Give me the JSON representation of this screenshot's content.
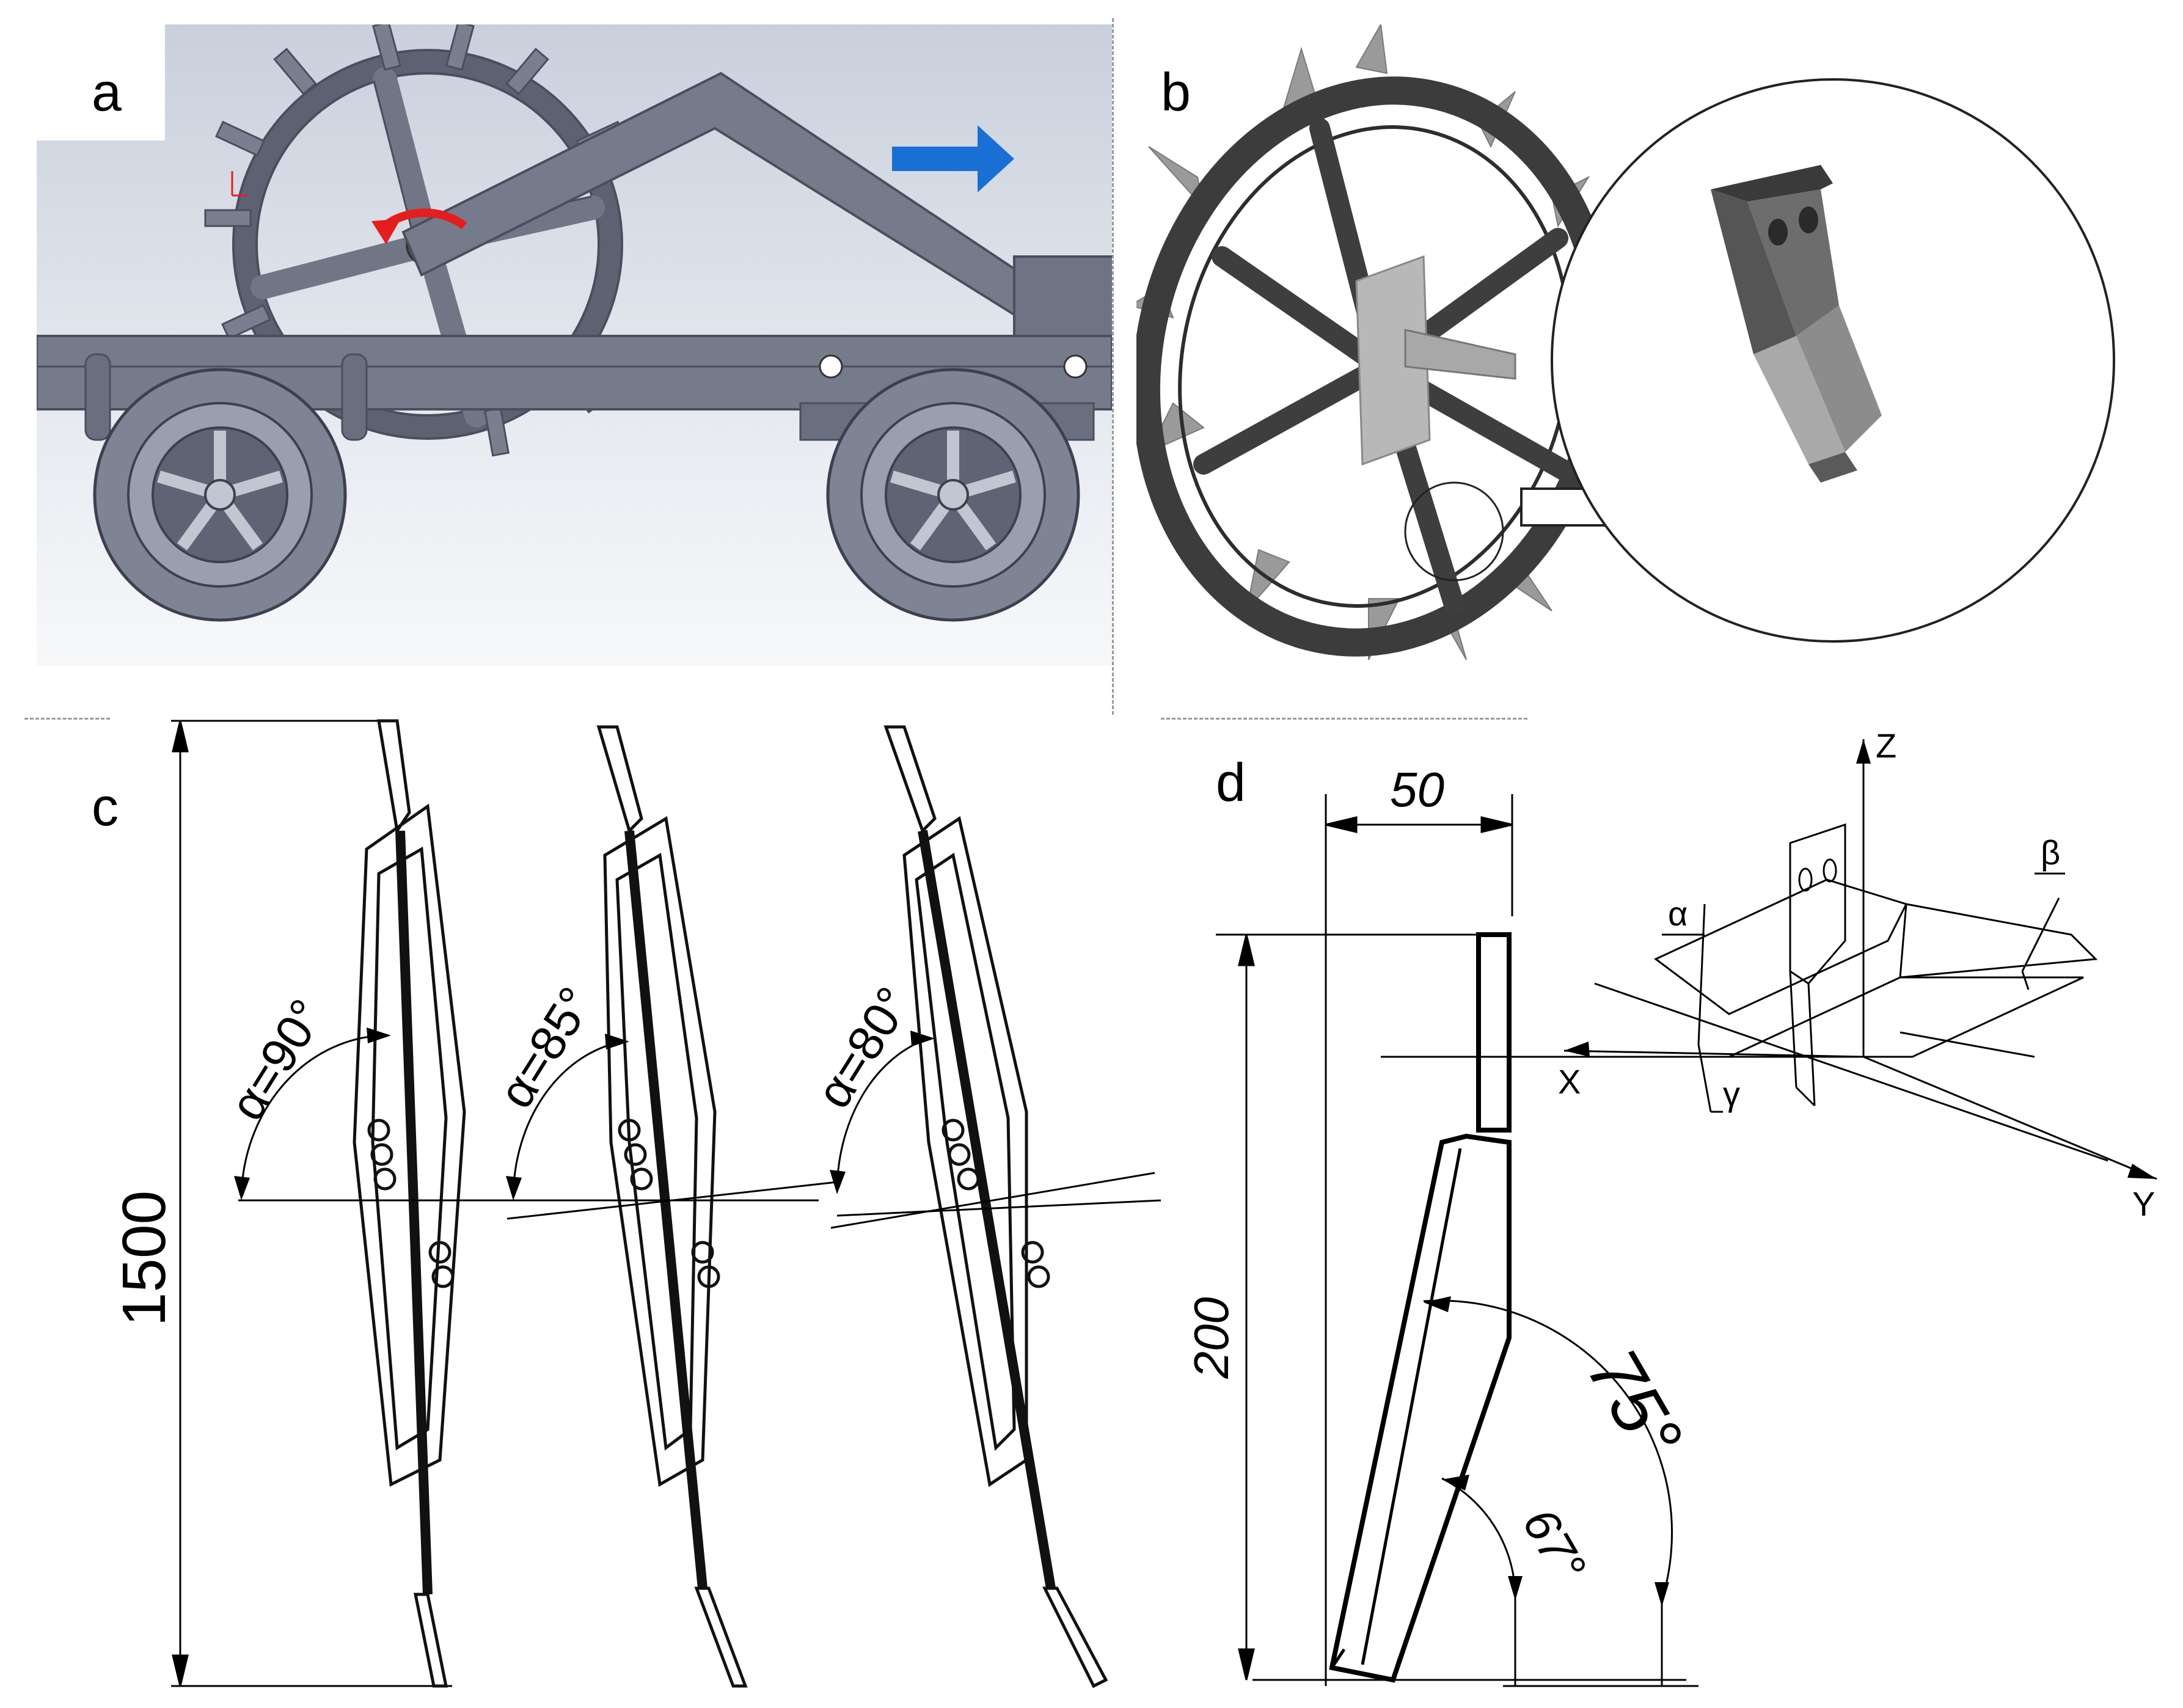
{
  "panels": {
    "a": {
      "label": "a"
    },
    "b": {
      "label": "b"
    },
    "c": {
      "label": "c",
      "height_dimension": "1500",
      "angle_labels": [
        "α=90°",
        "α=85°",
        "α=80°"
      ]
    },
    "d": {
      "label": "d",
      "width_dimension": "50",
      "height_dimension": "200",
      "angle_large": "75°",
      "angle_small": "67°",
      "axes": {
        "x": "X",
        "y": "Y",
        "z": "Z"
      },
      "greek": {
        "alpha": "α",
        "beta": "β",
        "gamma": "γ"
      }
    }
  },
  "colors": {
    "cad_fill": "#767b8c",
    "cad_dark": "#4e5262",
    "cad_bg_light": "#f2f4f7",
    "cad_bg_dark": "#c9ced8",
    "motion_arrow": "#1a6fd4",
    "rotation_arrow": "#e41e1e",
    "wheel_b": "#3c3c3c",
    "tooth_b": "#9a9a9a"
  }
}
